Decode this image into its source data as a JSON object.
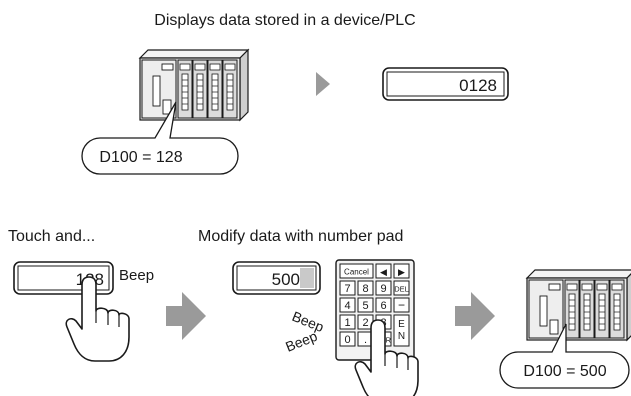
{
  "top": {
    "caption": "Displays data stored in a device/PLC",
    "display_value": "0128",
    "bubble": "D100 = 128"
  },
  "bottom": {
    "touch_label": "Touch and...",
    "modify_label": "Modify data with number pad",
    "display_value": "128",
    "beep": "Beep",
    "entered_value": "500",
    "beep_a": "Beep",
    "beep_b": "Beep",
    "bubble": "D100 = 500"
  },
  "keypad": {
    "cancel": "Cancel",
    "left_arrow": "◀",
    "right_arrow": "▶",
    "digits": [
      "7",
      "8",
      "9",
      "4",
      "5",
      "6",
      "1",
      "2",
      "3",
      "0"
    ],
    "del": "DEL",
    "minus": "−",
    "clr": "CLR",
    "enter_e": "E",
    "enter_n": "N",
    "dot": "."
  },
  "colors": {
    "stroke": "#1a1a1a",
    "arrow": "#9a9a9a",
    "display_fill": "#ffffff",
    "highlight": "#c9c9c9",
    "plc_body": "#e9e9e9",
    "plc_module": "#dcdcdc",
    "hand_fill": "#ffffff"
  },
  "icons": [
    "plc-device-icon",
    "triangle-arrow-icon",
    "block-arrow-icon",
    "pointing-hand-icon",
    "number-pad-icon"
  ]
}
